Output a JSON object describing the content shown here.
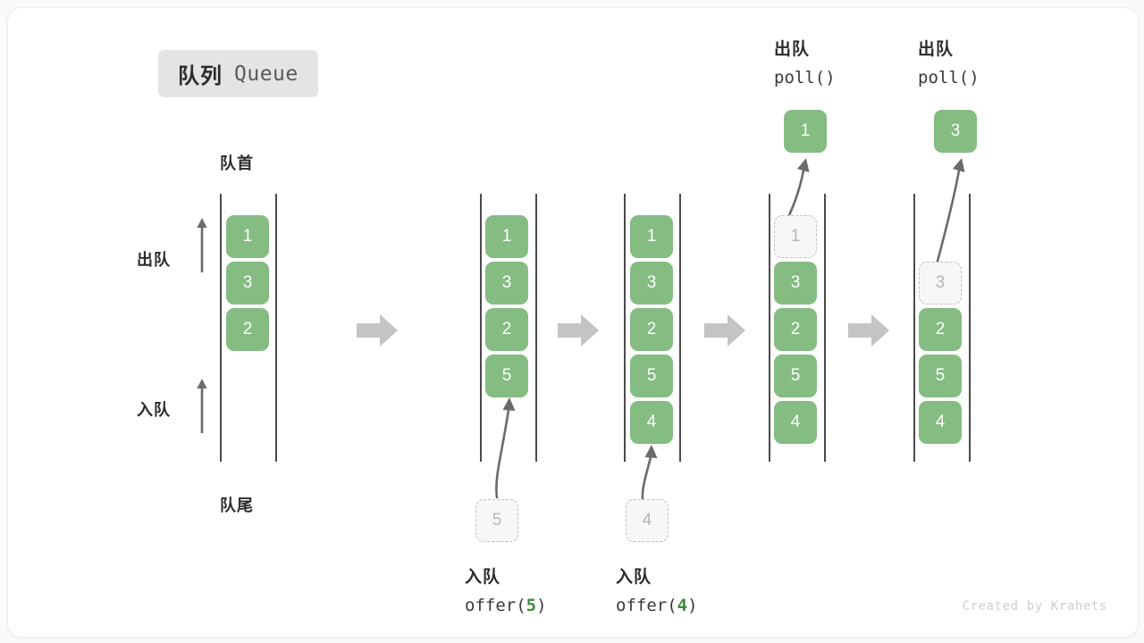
{
  "title": {
    "cn": "队列",
    "en": "Queue"
  },
  "labels": {
    "head": "队首",
    "tail": "队尾",
    "dequeue": "出队",
    "enqueue": "入队"
  },
  "watermark": "Created by Krahets",
  "accent_color": "#3f8a3a",
  "cell_color": "#84bc82",
  "ghost_color": "#bfbfbf",
  "step_arrow_color": "#c4c4c4",
  "columns": [
    {
      "name": "initial-queue",
      "cells": [
        {
          "value": "1",
          "state": "solid"
        },
        {
          "value": "3",
          "state": "solid"
        },
        {
          "value": "2",
          "state": "solid"
        }
      ],
      "side_labels": {
        "top": "队首",
        "bottom": "队尾",
        "up_top": "出队",
        "up_bottom": "入队"
      }
    },
    {
      "name": "after-offer-5",
      "cells": [
        {
          "value": "1",
          "state": "solid"
        },
        {
          "value": "3",
          "state": "solid"
        },
        {
          "value": "2",
          "state": "solid"
        },
        {
          "value": "5",
          "state": "solid"
        }
      ],
      "incoming": {
        "value": "5",
        "state": "ghost"
      },
      "op_cn": "入队",
      "op_code_prefix": "offer(",
      "op_code_arg": "5",
      "op_code_suffix": ")"
    },
    {
      "name": "after-offer-4",
      "cells": [
        {
          "value": "1",
          "state": "solid"
        },
        {
          "value": "3",
          "state": "solid"
        },
        {
          "value": "2",
          "state": "solid"
        },
        {
          "value": "5",
          "state": "solid"
        },
        {
          "value": "4",
          "state": "solid"
        }
      ],
      "incoming": {
        "value": "4",
        "state": "ghost"
      },
      "op_cn": "入队",
      "op_code_prefix": "offer(",
      "op_code_arg": "4",
      "op_code_suffix": ")"
    },
    {
      "name": "after-poll-1",
      "cells": [
        {
          "value": "1",
          "state": "ghost"
        },
        {
          "value": "3",
          "state": "solid"
        },
        {
          "value": "2",
          "state": "solid"
        },
        {
          "value": "5",
          "state": "solid"
        },
        {
          "value": "4",
          "state": "solid"
        }
      ],
      "outgoing": {
        "value": "1",
        "state": "solid"
      },
      "op_cn": "出队",
      "op_code": "poll()"
    },
    {
      "name": "after-poll-3",
      "cells": [
        {
          "value": "",
          "state": "empty"
        },
        {
          "value": "3",
          "state": "ghost"
        },
        {
          "value": "2",
          "state": "solid"
        },
        {
          "value": "5",
          "state": "solid"
        },
        {
          "value": "4",
          "state": "solid"
        }
      ],
      "outgoing": {
        "value": "3",
        "state": "solid"
      },
      "op_cn": "出队",
      "op_code": "poll()"
    }
  ]
}
